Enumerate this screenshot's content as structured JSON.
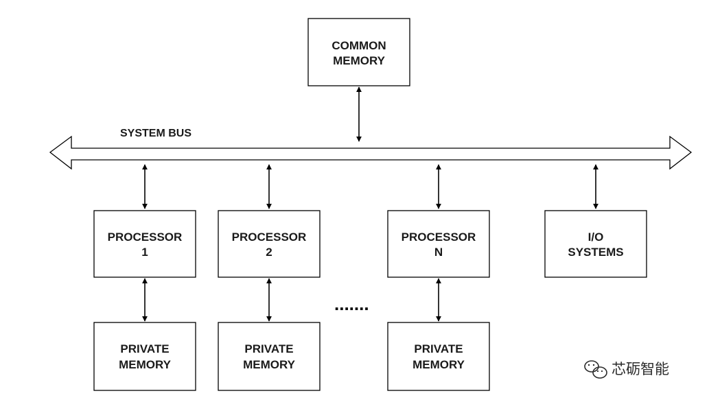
{
  "bus": {
    "label": "SYSTEM BUS"
  },
  "boxes": {
    "common_memory": [
      "COMMON",
      "MEMORY"
    ],
    "processor_1": [
      "PROCESSOR",
      "1"
    ],
    "processor_2": [
      "PROCESSOR",
      "2"
    ],
    "processor_n": [
      "PROCESSOR",
      "N"
    ],
    "io_systems": [
      "I/O",
      "SYSTEMS"
    ],
    "private_memory_1": [
      "PRIVATE",
      "MEMORY"
    ],
    "private_memory_2": [
      "PRIVATE",
      "MEMORY"
    ],
    "private_memory_n": [
      "PRIVATE",
      "MEMORY"
    ]
  },
  "ellipsis": ".......",
  "watermark": {
    "text": "芯砺智能",
    "icon": "wechat-icon"
  }
}
